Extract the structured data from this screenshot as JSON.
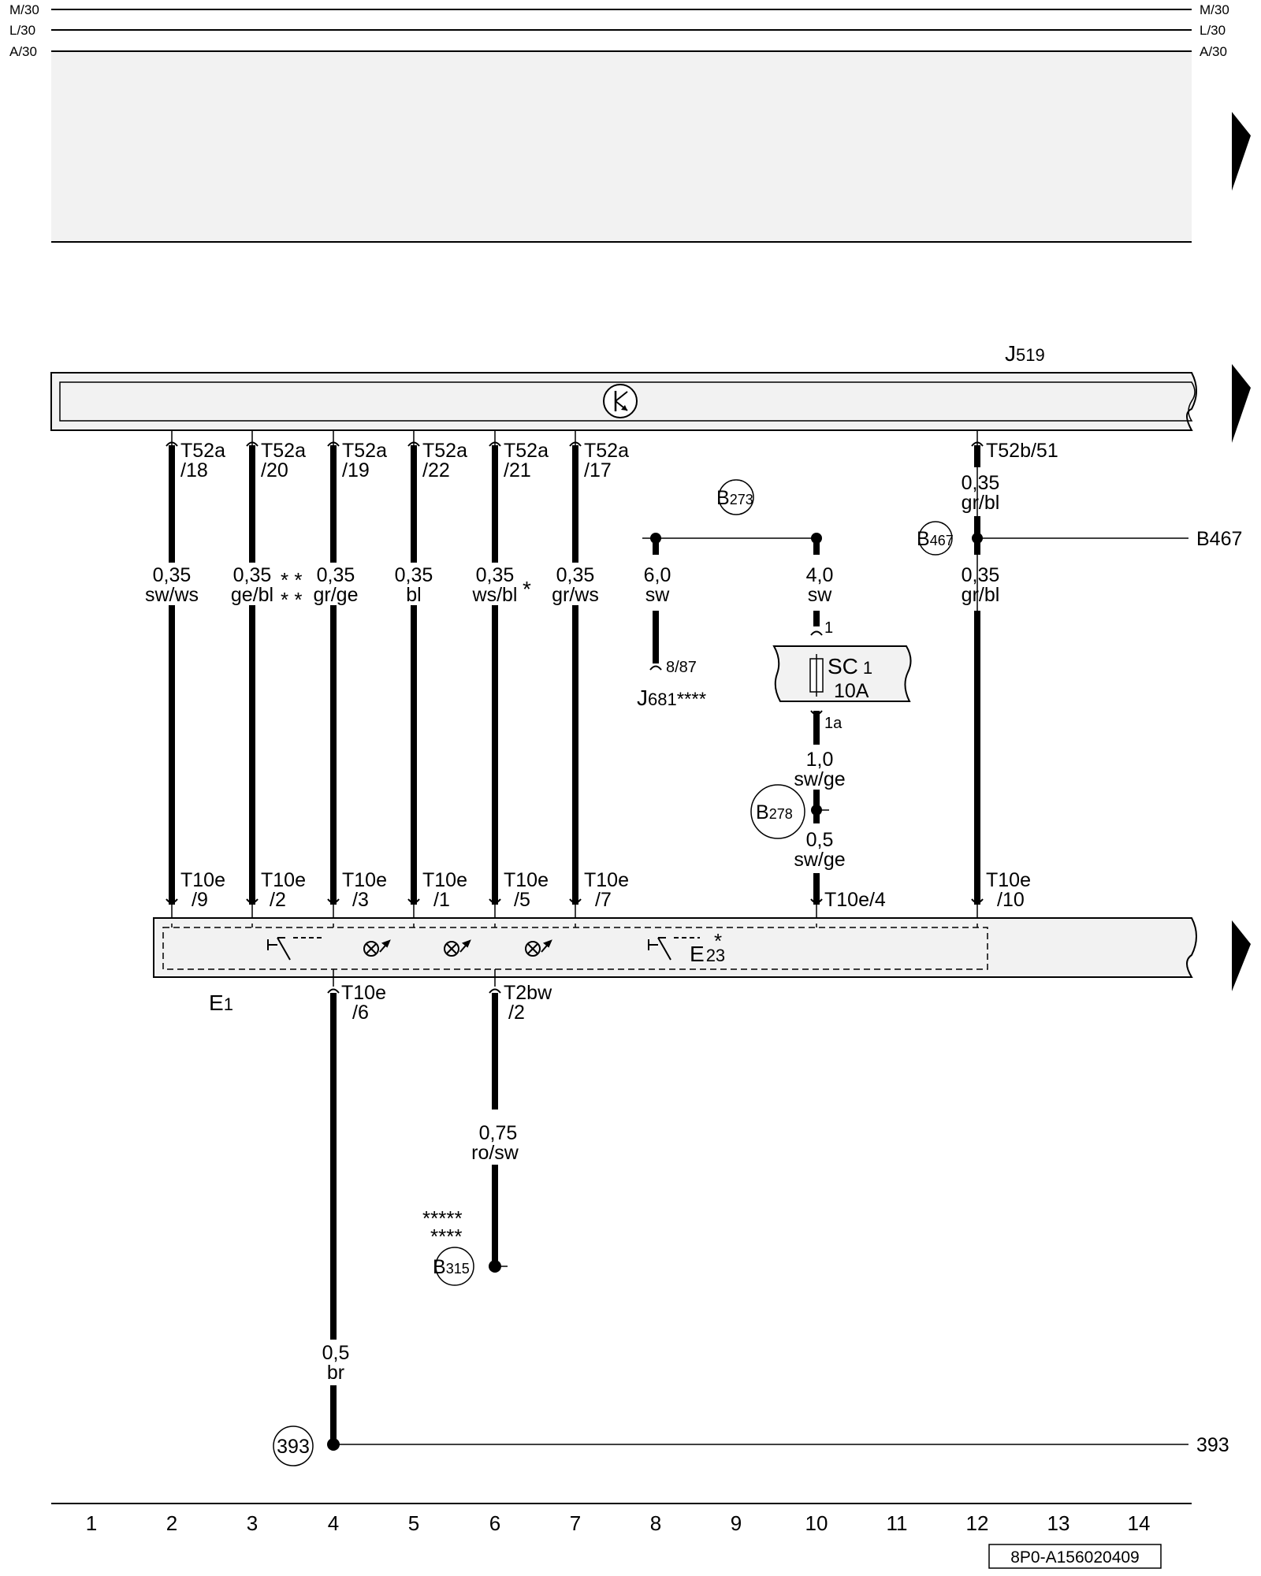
{
  "rails": {
    "m": "M/30",
    "l": "L/30",
    "a": "A/30"
  },
  "j519": {
    "name": "J",
    "sub": "519"
  },
  "e1": {
    "name": "E",
    "sub": "1"
  },
  "e23": {
    "name": "E",
    "sub": "23",
    "mark": "*"
  },
  "pins_top": [
    {
      "a": "T52a",
      "b": "/18"
    },
    {
      "a": "T52a",
      "b": "/20"
    },
    {
      "a": "T52a",
      "b": "/19"
    },
    {
      "a": "T52a",
      "b": "/22"
    },
    {
      "a": "T52a",
      "b": "/21"
    },
    {
      "a": "T52a",
      "b": "/17"
    }
  ],
  "pin_t52b": "T52b/51",
  "wires_top": [
    {
      "size": "0,35",
      "color": "sw/ws",
      "mark": ""
    },
    {
      "size": "0,35",
      "color": "ge/bl",
      "mark": "**\n**"
    },
    {
      "size": "0,35",
      "color": "gr/ge",
      "mark": ""
    },
    {
      "size": "0,35",
      "color": "bl",
      "mark": ""
    },
    {
      "size": "0,35",
      "color": "ws/bl",
      "mark": "*"
    },
    {
      "size": "0,35",
      "color": "gr/ws",
      "mark": ""
    }
  ],
  "pins_bottom": [
    {
      "a": "T10e",
      "b": "/9"
    },
    {
      "a": "T10e",
      "b": "/2"
    },
    {
      "a": "T10e",
      "b": "/3"
    },
    {
      "a": "T10e",
      "b": "/1"
    },
    {
      "a": "T10e",
      "b": "/5"
    },
    {
      "a": "T10e",
      "b": "/7"
    }
  ],
  "col12": {
    "wire1_size": "0,35",
    "wire1_color": "gr/bl",
    "wire2_size": "0,35",
    "wire2_color": "gr/bl",
    "pin_a": "T10e",
    "pin_b": "/10",
    "splice": {
      "name": "B",
      "sub": "467"
    },
    "ref": "B467"
  },
  "b273": {
    "name": "B",
    "sub": "273"
  },
  "col8": {
    "size": "6,0",
    "color": "sw",
    "pin": "8/87",
    "relay": "J",
    "relay_sub": "681",
    "relay_mark": "****"
  },
  "col10": {
    "size1": "4,0",
    "color1": "sw",
    "pin1": "1",
    "fuse_name": "SC",
    "fuse_sub": "1",
    "fuse_amp": "10A",
    "pin1a": "1a",
    "size2": "1,0",
    "color2": "sw/ge",
    "splice": {
      "name": "B",
      "sub": "278"
    },
    "size3": "0,5",
    "color3": "sw/ge",
    "pin_bottom": "T10e/4"
  },
  "col4_lower": {
    "pin_a": "T10e",
    "pin_b": "/6",
    "size": "0,5",
    "color": "br"
  },
  "col6_lower": {
    "pin_a": "T2bw",
    "pin_b": "/2",
    "size": "0,75",
    "color": "ro/sw",
    "mark1": "*****",
    "mark2": "****",
    "splice": {
      "name": "B",
      "sub": "315"
    }
  },
  "ground": {
    "circle": "393",
    "ref": "393"
  },
  "columns": [
    "1",
    "2",
    "3",
    "4",
    "5",
    "6",
    "7",
    "8",
    "9",
    "10",
    "11",
    "12",
    "13",
    "14"
  ],
  "code": "8P0-A156020409"
}
